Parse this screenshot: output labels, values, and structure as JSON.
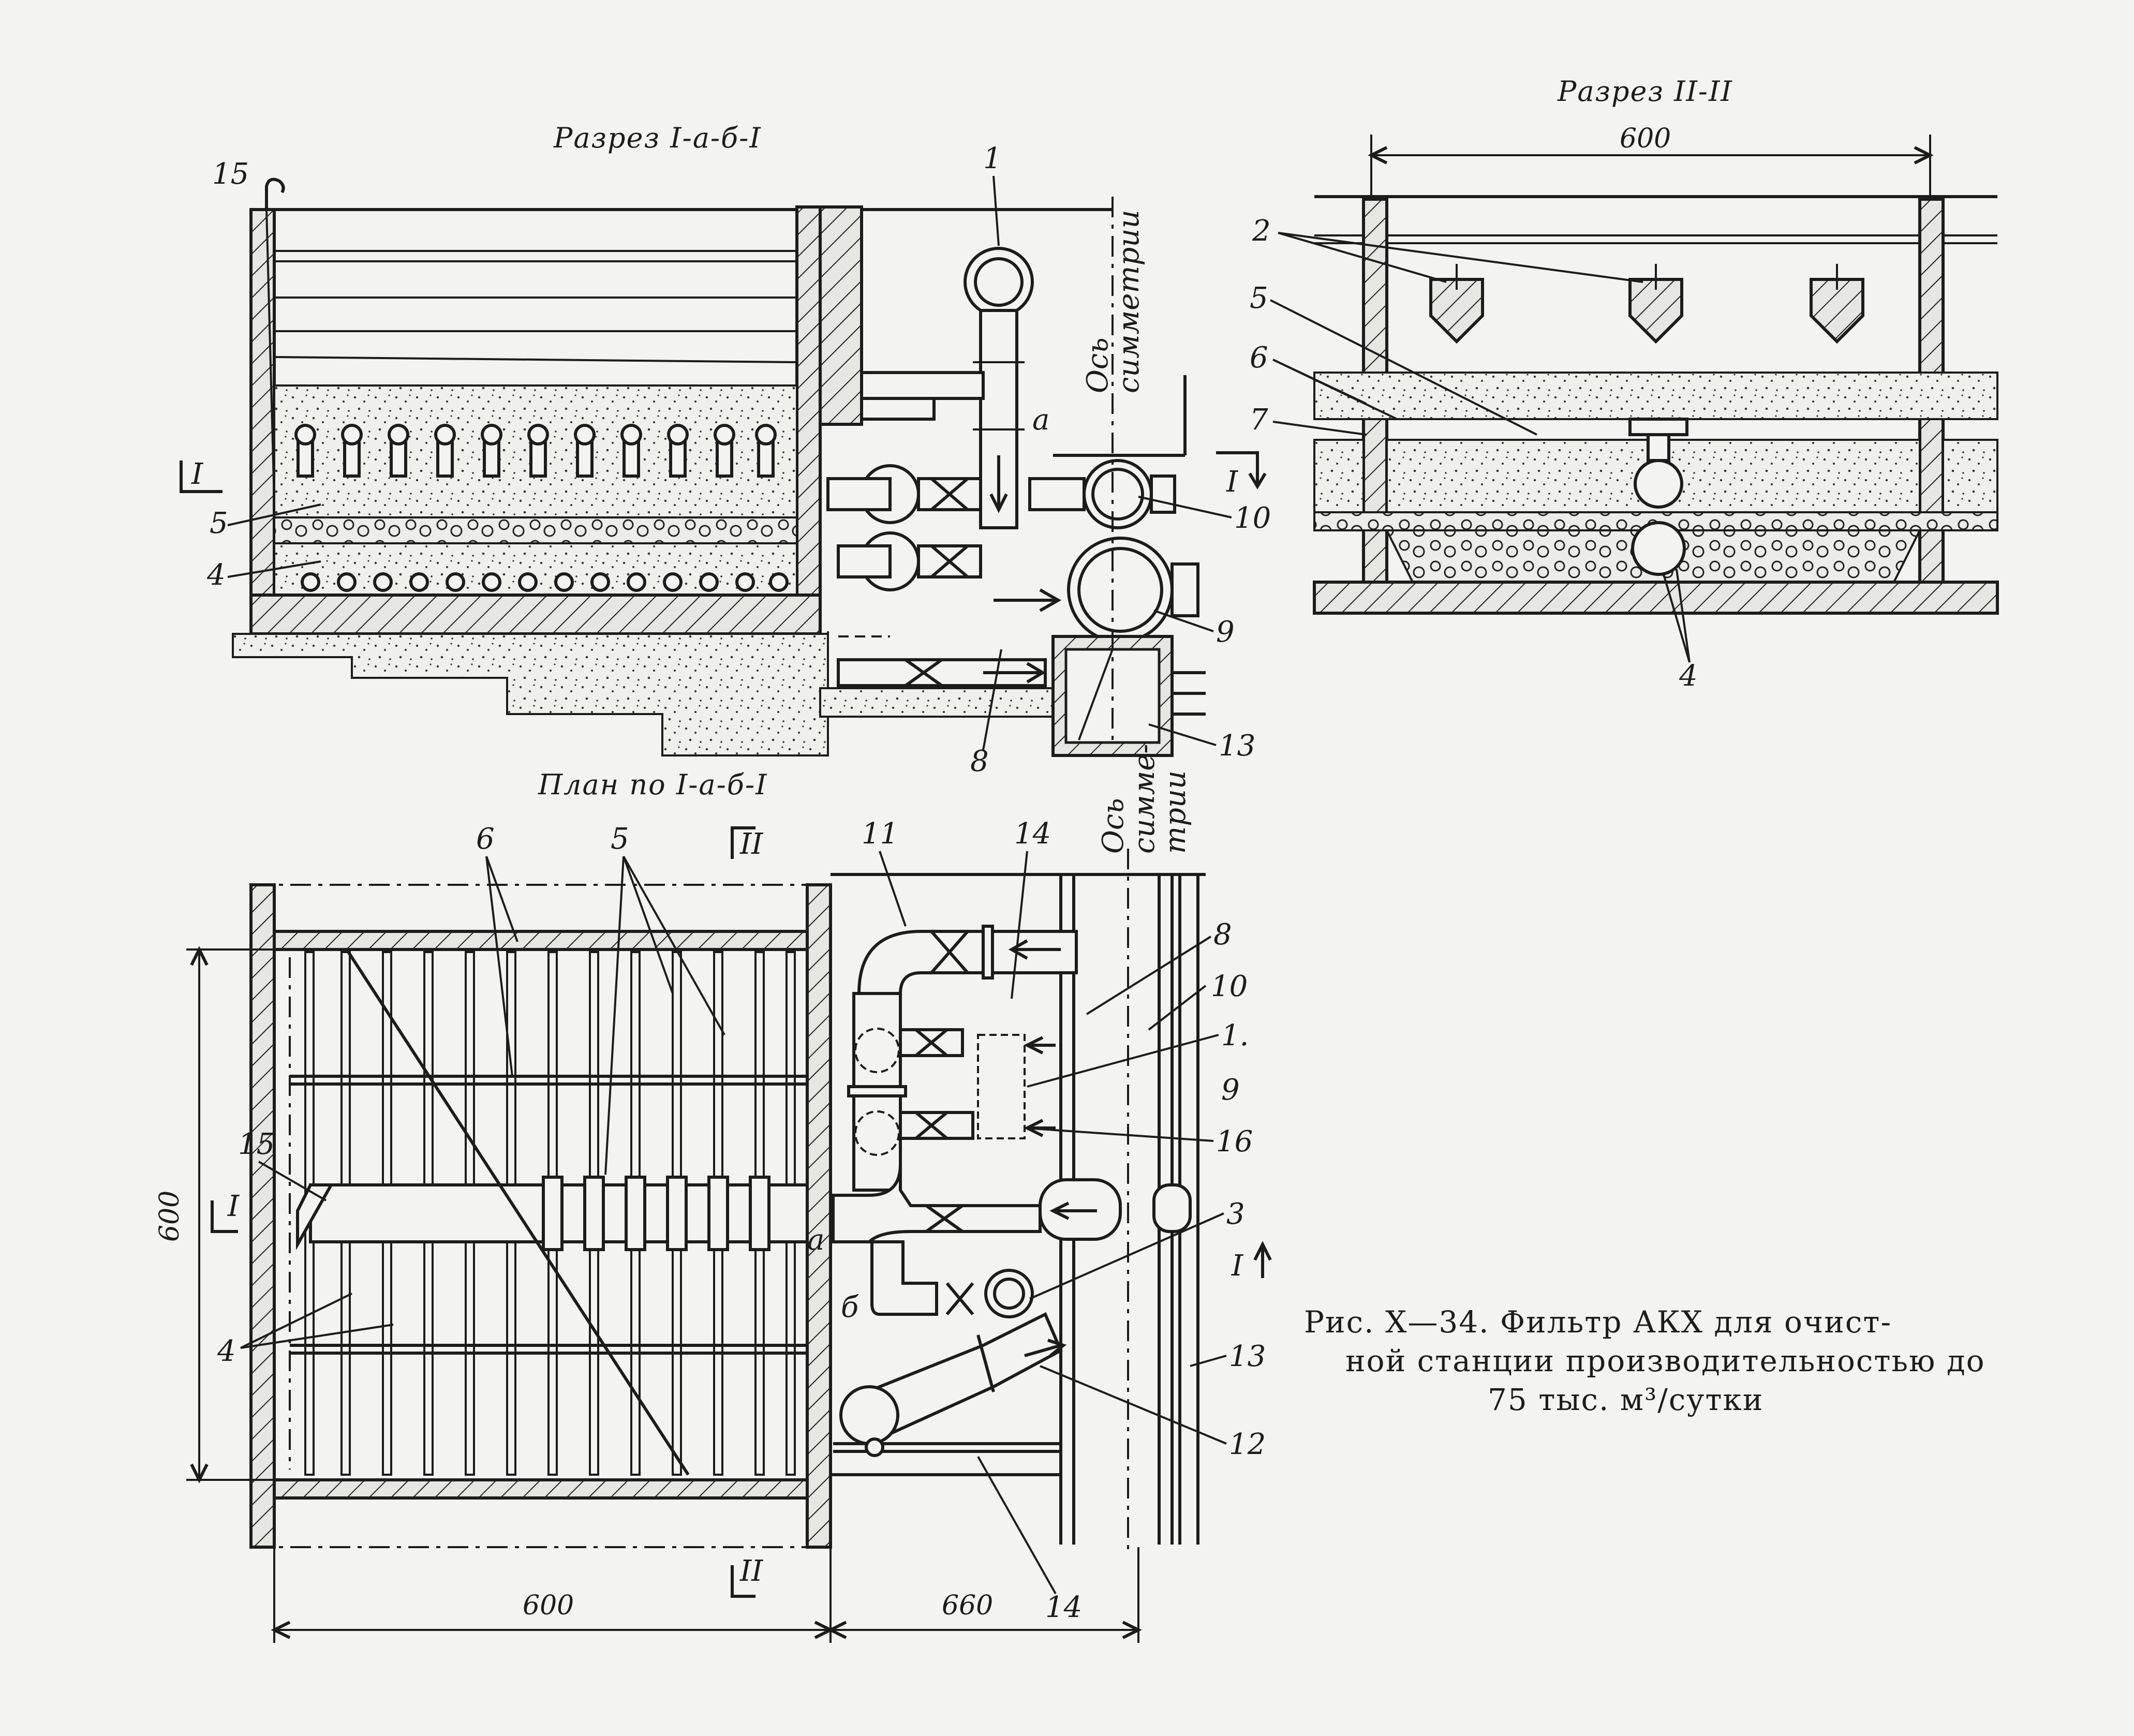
{
  "titles": {
    "section_1": "Разрез I-а-б-I",
    "section_2": "Разрез II-II",
    "plan": "План по I-а-б-I"
  },
  "dimensions": {
    "section2_width": "600",
    "plan_height": "600",
    "plan_width_left": "600",
    "plan_width_right": "660"
  },
  "axis_labels": {
    "top_line1": "Ось",
    "top_line2": "симметрии",
    "bottom_line1": "Ось",
    "bottom_line2": "симме-",
    "bottom_line3": "трии"
  },
  "section_marks": {
    "s1": "I",
    "s2": "II",
    "a": "а",
    "b": "б"
  },
  "callouts": {
    "c1": "1",
    "c1dot": "1.",
    "c2": "2",
    "c3": "3",
    "c4": "4",
    "c5": "5",
    "c6": "6",
    "c7": "7",
    "c8": "8",
    "c9": "9",
    "c10": "10",
    "c11": "11",
    "c12": "12",
    "c13": "13",
    "c14": "14",
    "c15": "15",
    "c16": "16"
  },
  "caption": {
    "line1": "Рис. Х—34. Фильтр АКХ для очист-",
    "line2": "ной станции производительностью до",
    "line3": "75 тыс. м³/сутки"
  }
}
